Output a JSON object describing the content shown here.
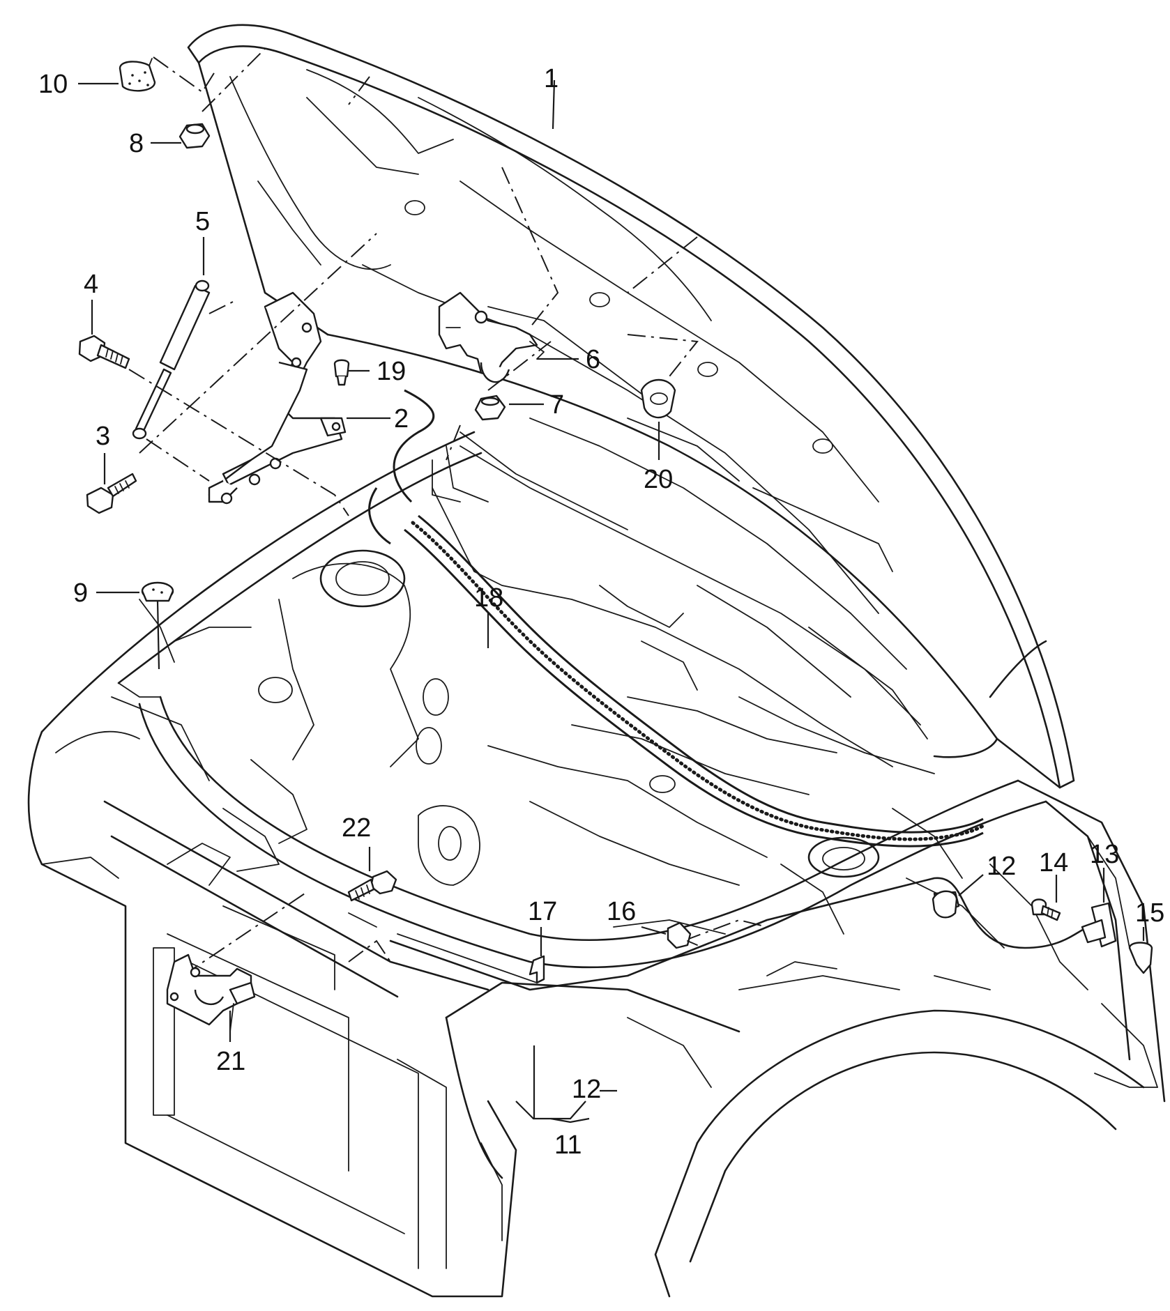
{
  "callouts": {
    "c1": "1",
    "c2": "2",
    "c3": "3",
    "c4": "4",
    "c5": "5",
    "c6": "6",
    "c7": "7",
    "c8": "8",
    "c9": "9",
    "c10": "10",
    "c11": "11",
    "c12a": "12",
    "c12b": "12",
    "c13": "13",
    "c14": "14",
    "c15": "15",
    "c16": "16",
    "c17": "17",
    "c18": "18",
    "c19": "19",
    "c20": "20",
    "c21": "21",
    "c22": "22"
  },
  "colors": {
    "ink": "#1a1a1a",
    "paper": "#ffffff"
  }
}
